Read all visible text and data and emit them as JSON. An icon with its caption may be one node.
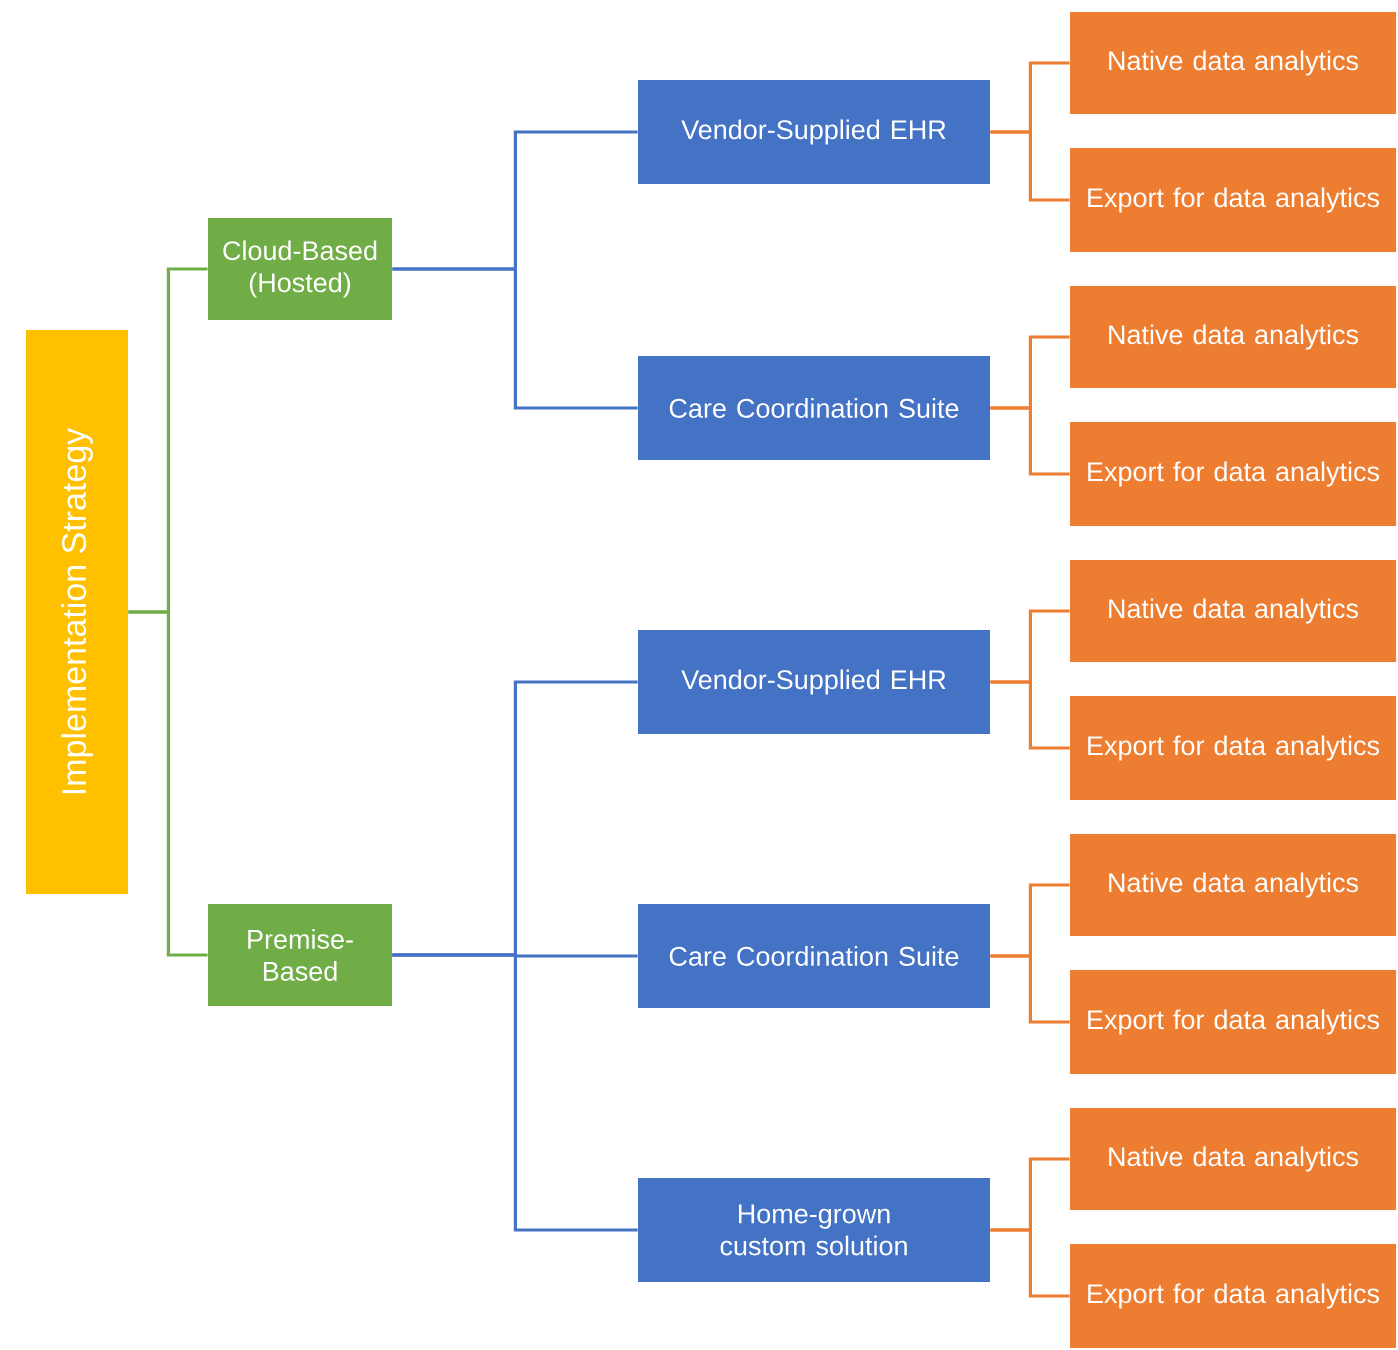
{
  "diagram": {
    "nodes": [
      {
        "text": [
          "Implementation Strategy"
        ]
      },
      {
        "text": [
          "Cloud-Based (Hosted)"
        ]
      },
      {
        "text": [
          "Vendor-Supplied EHR"
        ]
      },
      {
        "text": [
          "Native data analytics"
        ]
      },
      {
        "text": [
          "Export for data analytics"
        ]
      },
      {
        "text": [
          "Care Coordination Suite"
        ]
      },
      {
        "text": [
          "Native data analytics"
        ]
      },
      {
        "text": [
          "Export for data analytics"
        ]
      },
      {
        "text": [
          "Premise-Based"
        ]
      },
      {
        "text": [
          "Vendor-Supplied EHR"
        ]
      },
      {
        "text": [
          "Native data analytics"
        ]
      },
      {
        "text": [
          "Export for data analytics"
        ]
      },
      {
        "text": [
          "Care Coordination Suite"
        ]
      },
      {
        "text": [
          "Native data analytics"
        ]
      },
      {
        "text": [
          "Export for data analytics"
        ]
      },
      {
        "text": [
          "Home-grown custom solution"
        ]
      },
      {
        "text": [
          "Native data analytics"
        ]
      },
      {
        "text": [
          "Export for data analytics"
        ]
      }
    ],
    "edges": [
      {
        "from": 0,
        "to": 1,
        "arrow": "none",
        "color": "#70ad47"
      },
      {
        "from": 0,
        "to": 8,
        "arrow": "none",
        "color": "#70ad47"
      },
      {
        "from": 1,
        "to": 2,
        "arrow": "none",
        "color": "#4472c4"
      },
      {
        "from": 1,
        "to": 5,
        "arrow": "none",
        "color": "#4472c4"
      },
      {
        "from": 2,
        "to": 3,
        "arrow": "none"
      },
      {
        "from": 2,
        "to": 4,
        "arrow": "none"
      },
      {
        "from": 5,
        "to": 6,
        "arrow": "none"
      },
      {
        "from": 5,
        "to": 7,
        "arrow": "none"
      },
      {
        "from": 8,
        "to": 9,
        "arrow": "none",
        "color": "#4472c4"
      },
      {
        "from": 8,
        "to": 12,
        "arrow": "none",
        "color": "#4472c4"
      },
      {
        "from": 8,
        "to": 15,
        "arrow": "none",
        "color": "#4472c4"
      },
      {
        "from": 9,
        "to": 10,
        "arrow": "none"
      },
      {
        "from": 9,
        "to": 11,
        "arrow": "none"
      },
      {
        "from": 12,
        "to": 13,
        "arrow": "none"
      },
      {
        "from": 12,
        "to": 14,
        "arrow": "none"
      },
      {
        "from": 15,
        "to": 16,
        "arrow": "none"
      },
      {
        "from": 15,
        "to": 17,
        "arrow": "none"
      }
    ]
  }
}
